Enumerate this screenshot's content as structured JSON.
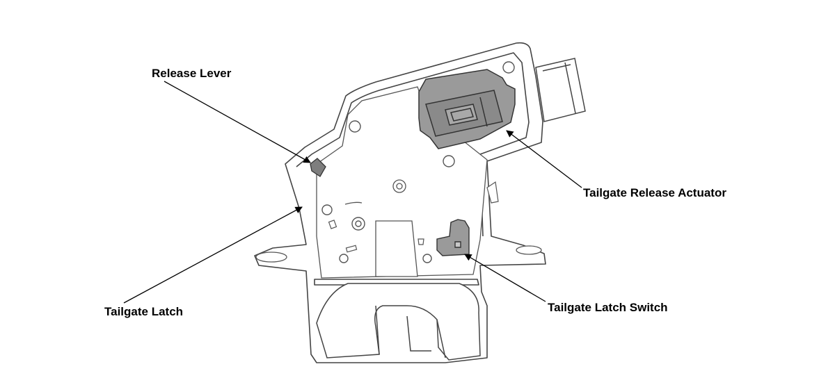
{
  "labels": {
    "release_lever": "Release Lever",
    "tailgate_latch": "Tailgate Latch",
    "tailgate_release_actuator": "Tailgate Release Actuator",
    "tailgate_latch_switch": "Tailgate Latch Switch"
  },
  "colors": {
    "outline": "#444444",
    "body_fill": "#ffffff",
    "component_fill": "#9a9a9a",
    "component_dark": "#7e7e7e",
    "leader": "#000000"
  }
}
